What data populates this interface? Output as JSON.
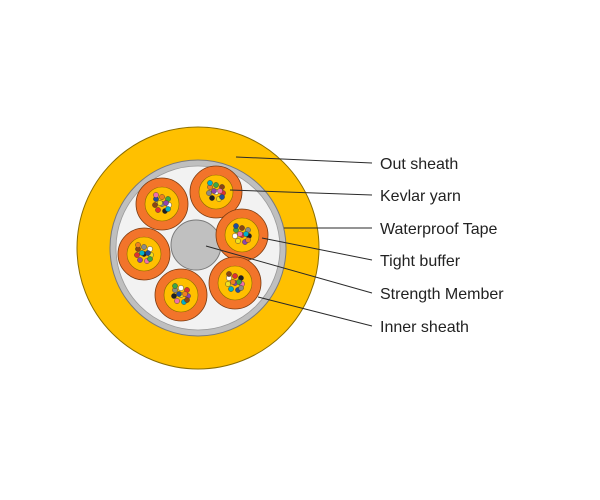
{
  "labels": {
    "out_sheath": "Out sheath",
    "kevlar_yarn": "Kevlar yarn",
    "waterproof_tape": "Waterproof Tape",
    "tight_buffer": "Tight buffer",
    "strength_member": "Strength Member",
    "inner_sheath": "Inner sheath"
  },
  "colors": {
    "out_sheath": "#FFC000",
    "tape": "#BFBFBF",
    "inner_fill": "#F2F2F2",
    "unit_outer": "#F2742B",
    "unit_inner": "#FFC000",
    "strength_member": "#C0C0C0",
    "fibers": [
      "#1F4E9E",
      "#F07F1E",
      "#3CA745",
      "#8B4513",
      "#8A8A8A",
      "#FFFFFF",
      "#E03030",
      "#202020",
      "#F0E020",
      "#8E44AD",
      "#F06EA9",
      "#00B0C8"
    ]
  },
  "fiber_units": 6
}
